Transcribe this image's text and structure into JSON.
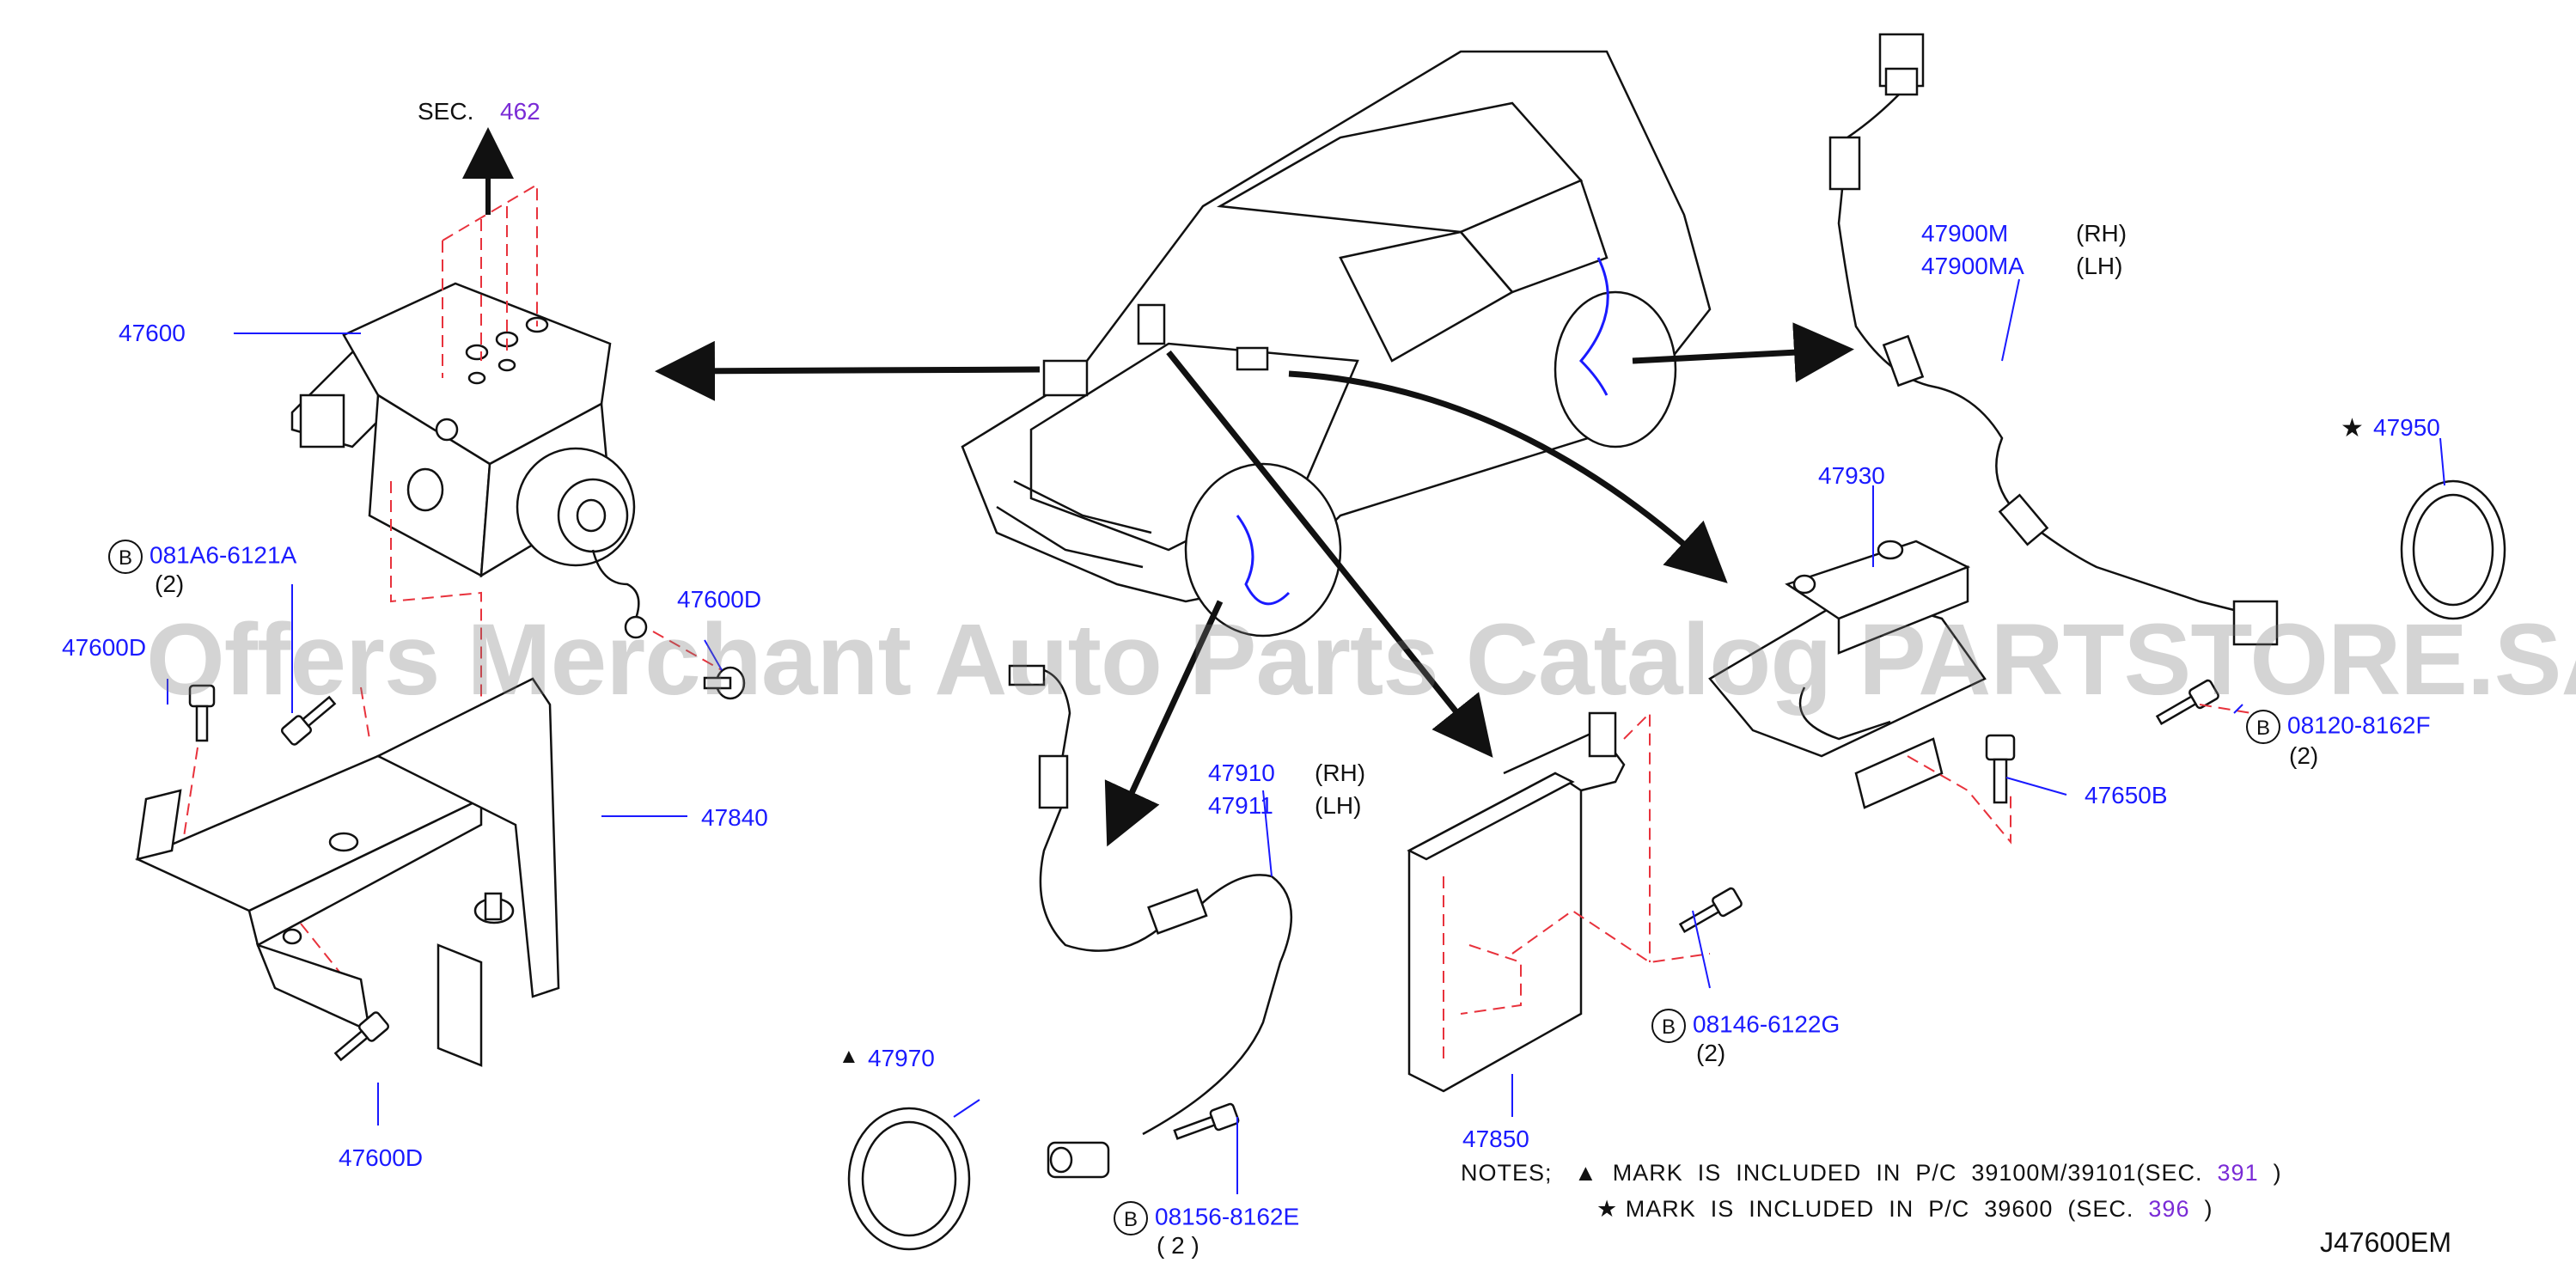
{
  "header": {
    "sec_prefix": "SEC.",
    "sec_number": "462"
  },
  "parts": {
    "p47600": "47600",
    "p081A6": "081A6-6121A",
    "p081A6_qty": "(2)",
    "p47600D_left": "47600D",
    "p47600D_mid": "47600D",
    "p47840": "47840",
    "p47600D_bottom": "47600D",
    "p47910": "47910",
    "p47910_side": "(RH)",
    "p47911": "47911",
    "p47911_side": "(LH)",
    "p47970": "47970",
    "p08156": "08156-8162E",
    "p08156_qty": "( 2 )",
    "p47850": "47850",
    "p08146": "08146-6122G",
    "p08146_qty": "(2)",
    "p47930": "47930",
    "p47650B": "47650B",
    "p47900M": "47900M",
    "p47900M_side": "(RH)",
    "p47900MA": "47900MA",
    "p47900MA_side": "(LH)",
    "p47950": "47950",
    "p08120": "08120-8162F",
    "p08120_qty": "(2)",
    "bolt_symbol": "B",
    "triangle_mark": "▲",
    "star_mark": "★"
  },
  "notes": {
    "line1_prefix": "NOTES;",
    "line1_text": "MARK  IS  INCLUDED  IN  P/C  39100M/39101(SEC.",
    "line1_sec": "391",
    "line1_close": ")",
    "line2_text": "MARK  IS  INCLUDED  IN  P/C  39600  (SEC.",
    "line2_sec": "396",
    "line2_close": ")"
  },
  "watermark": "Offers Merchant Auto Parts Catalog PARTSTORE.SA",
  "diagram_code": "J47600EM",
  "colors": {
    "part_number": "#1a1aff",
    "section_link": "#7a2bd6",
    "leader_dash": "#e8323c",
    "ink": "#111111"
  }
}
